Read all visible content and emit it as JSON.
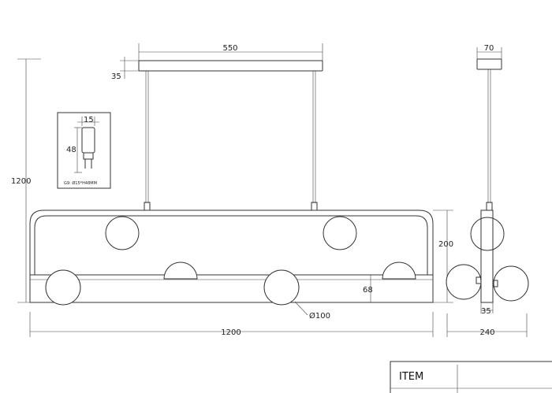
{
  "dimensions": {
    "canopy_width": "550",
    "canopy_height": "35",
    "total_height": "1200",
    "bulb_width": "15",
    "bulb_height": "48",
    "bulb_spec": "G9: Ø15*H48MM",
    "frame_height": "200",
    "bar_height": "68",
    "globe_diameter": "Ø100",
    "total_length": "1200",
    "side_canopy_width": "70",
    "side_offset": "35",
    "side_total_width": "240"
  },
  "title_block": {
    "item_label": "ITEM"
  }
}
